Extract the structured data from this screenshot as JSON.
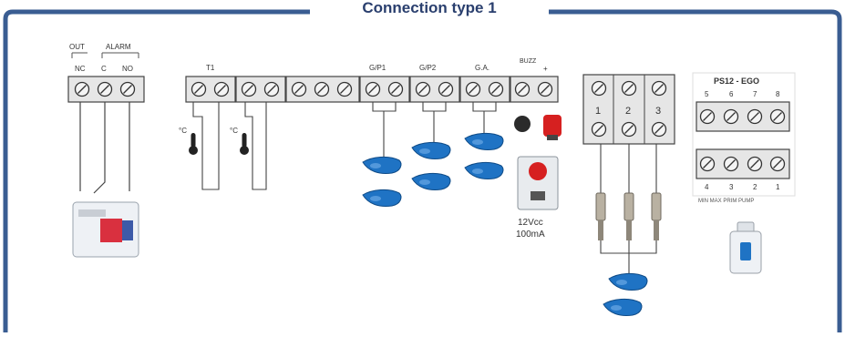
{
  "title": "Connection type 1",
  "colors": {
    "frame": "#3a5d92",
    "title": "#2a3f6e",
    "terminal_block": "#e6e6e6",
    "float_switch": "#1f73c4",
    "beacon": "#d62020"
  },
  "alarm_relay": {
    "out_label": "OUT",
    "alarm_label": "ALARM",
    "terminals": [
      "NC",
      "C",
      "NO"
    ]
  },
  "main_terminals": {
    "t1_label": "T1",
    "groups": [
      "G/P1",
      "G/P2",
      "G.A.",
      "BUZZ"
    ],
    "buzz_sign": "+"
  },
  "thermostats": [
    "°C",
    "°C"
  ],
  "beacon_rating": [
    "12Vcc",
    "100mA"
  ],
  "probe_block": {
    "numbers": [
      "1",
      "2",
      "3"
    ]
  },
  "ps12": {
    "title": "PS12 - EGO",
    "top_numbers": [
      "5",
      "6",
      "7",
      "8"
    ],
    "bottom_numbers": [
      "4",
      "3",
      "2",
      "1"
    ],
    "footer": "MIN MAX PRIM PUMP"
  }
}
